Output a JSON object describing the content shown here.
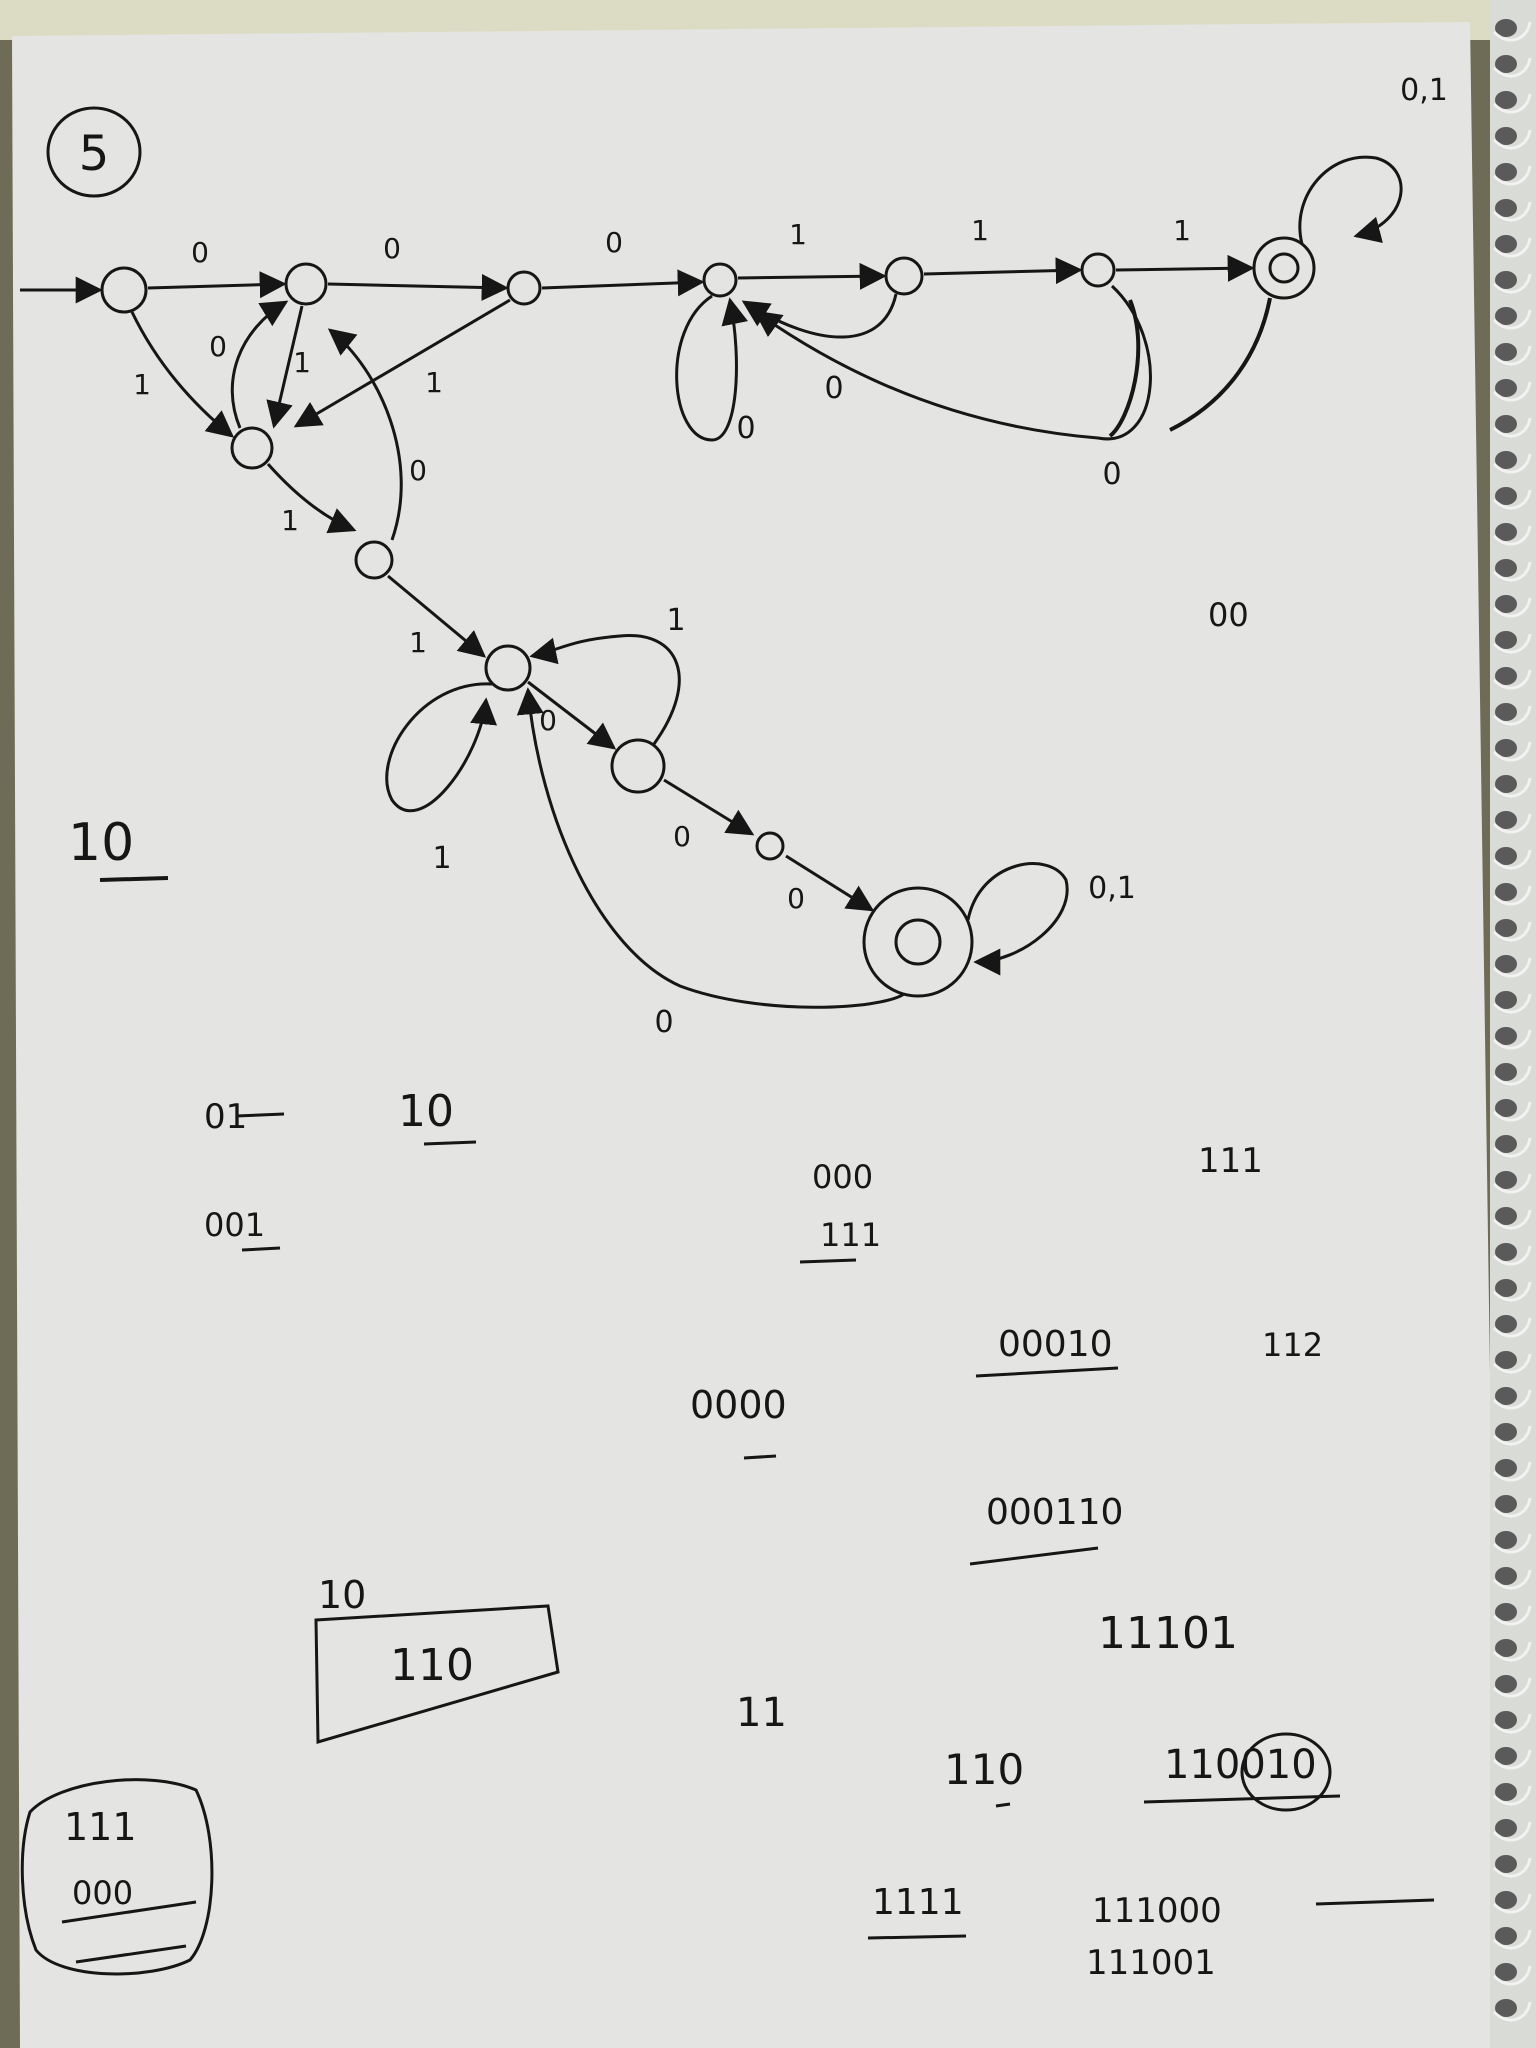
{
  "page": {
    "problem_number": "5",
    "paper_color": "#e4e5e2",
    "ink_color": "#161616"
  },
  "diagram1": {
    "labels": {
      "e_q0_q1": "0",
      "e_q1_q2": "0",
      "e_q2_q3": "0",
      "e_q3_q4": "1",
      "e_q4_q5": "1",
      "e_q5_q6": "1",
      "e_q6_self": "0,1",
      "e_q3_self": "0",
      "e_q4_q3": "0",
      "e_q5_q3": "0",
      "e_q0_a": "1",
      "e_q1_a": "1",
      "e_a_q1": "0",
      "e_q2_a": "1",
      "e_a_b": "1",
      "e_b_q1": "0",
      "e_b_c": "1"
    }
  },
  "diagram2": {
    "labels": {
      "e_c_self": "1",
      "e_d_c": "1",
      "e_c_d": "0",
      "e_d_e": "0",
      "e_e_f": "0",
      "e_f_self": "0,1",
      "e_f_c": "0"
    }
  },
  "notes": {
    "n_00": "00",
    "n_10_left": "10",
    "n_01": "01",
    "n_10_mid": "10",
    "n_001": "001",
    "n_000_a": "000",
    "n_111_a": "111",
    "n_111_b": "111",
    "n_00010": "00010",
    "n_112": "112",
    "n_0000": "0000",
    "n_000110": "000110",
    "n_10_box": "10",
    "n_110_box": "110",
    "n_11101": "11101",
    "n_11": "11",
    "n_110": "110",
    "n_110010": "110010",
    "n_111_corner": "111",
    "n_000_corner": "000",
    "n_1111": "1111",
    "n_111000": "111000",
    "n_111001": "111001"
  }
}
